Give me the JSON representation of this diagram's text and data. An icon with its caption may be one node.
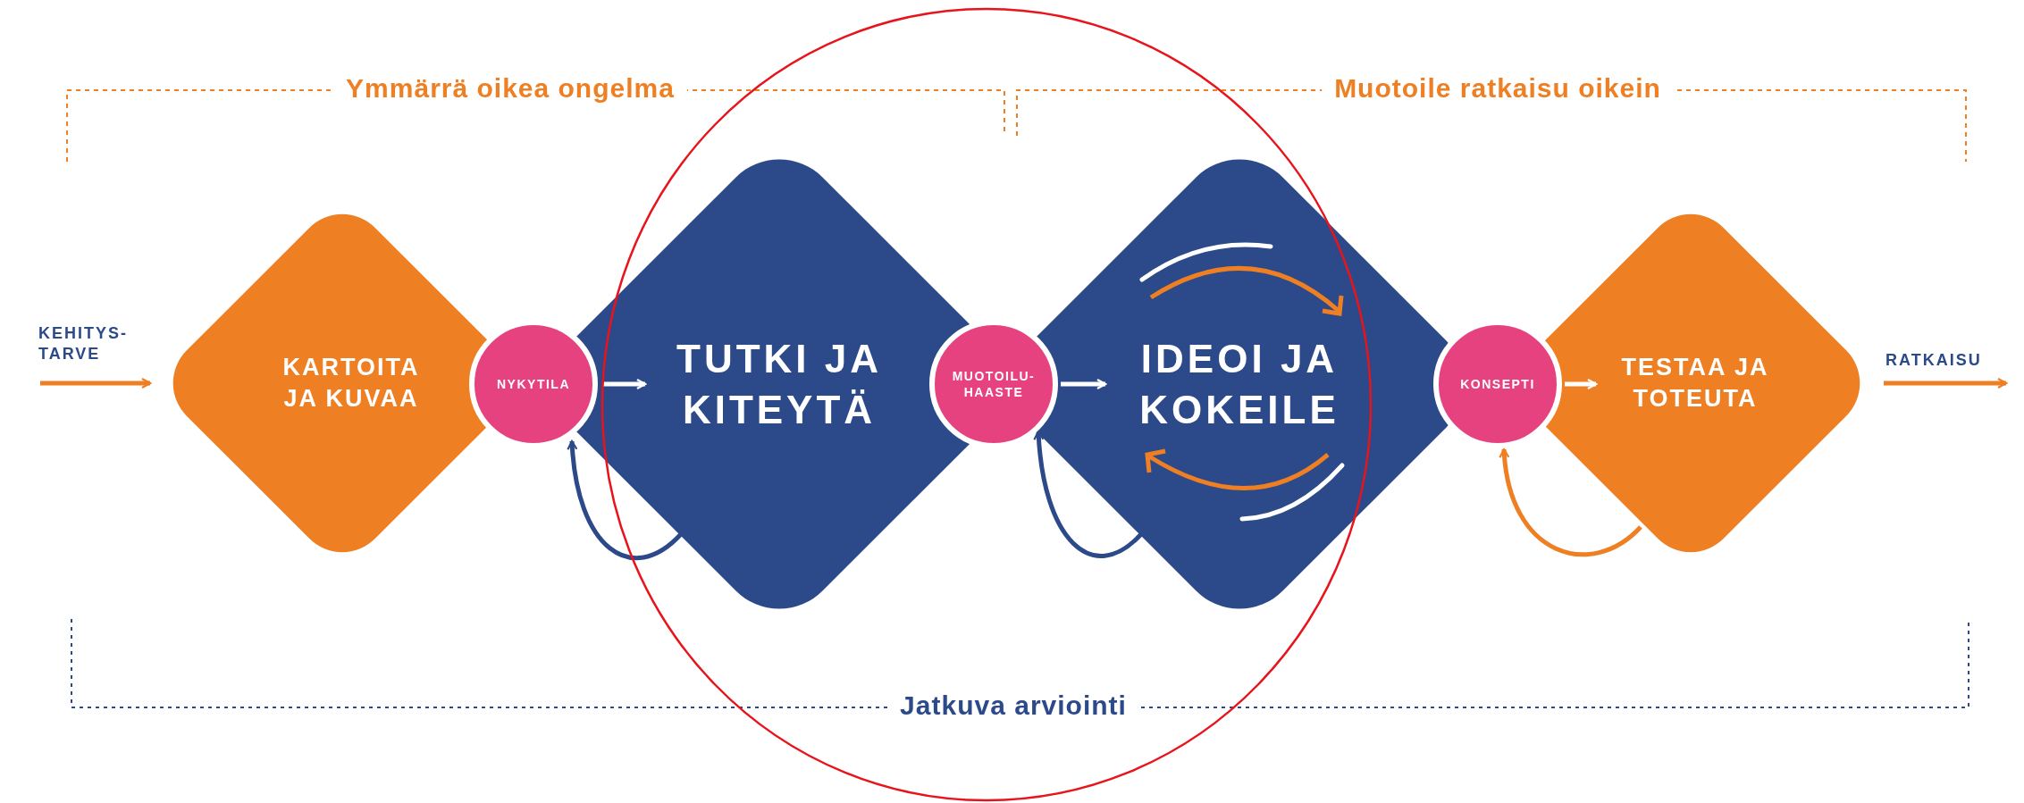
{
  "diagram": {
    "nodes": [
      {
        "text": [
          "KARTOITA JA KUVAA"
        ]
      },
      {
        "text": [
          "NYKYTILA"
        ]
      },
      {
        "text": [
          "TUTKI JA KITEYTÄ"
        ]
      },
      {
        "text": [
          "MUOTOILU-HAASTE"
        ]
      },
      {
        "text": [
          "IDEOI JA KOKEILE"
        ]
      },
      {
        "text": [
          "KONSEPTI"
        ]
      },
      {
        "text": [
          "TESTAA JA TOTEUTA"
        ]
      },
      {
        "text": [
          "KEHITYS-TARVE"
        ]
      },
      {
        "text": [
          "RATKAISU"
        ]
      }
    ],
    "edges": [
      {
        "from": 7,
        "to": 0,
        "arrow": "to",
        "color": "#ee7f22"
      },
      {
        "from": 1,
        "to": 2,
        "arrow": "to",
        "color": "#ffffff"
      },
      {
        "from": 3,
        "to": 4,
        "arrow": "to",
        "color": "#ffffff"
      },
      {
        "from": 5,
        "to": 6,
        "arrow": "to",
        "color": "#ffffff"
      },
      {
        "from": 6,
        "to": 8,
        "arrow": "to",
        "color": "#ee7f22"
      },
      {
        "from": 2,
        "to": 1,
        "arrow": "to",
        "color": "#2c4a8a"
      },
      {
        "from": 4,
        "to": 3,
        "arrow": "to",
        "color": "#2c4a8a"
      },
      {
        "from": 6,
        "to": 5,
        "arrow": "to",
        "color": "#ee7f22"
      }
    ],
    "labels": [
      "Ymmärrä oikea ongelma",
      "Muotoile ratkaisu oikein",
      "Jatkuva arviointi"
    ]
  }
}
